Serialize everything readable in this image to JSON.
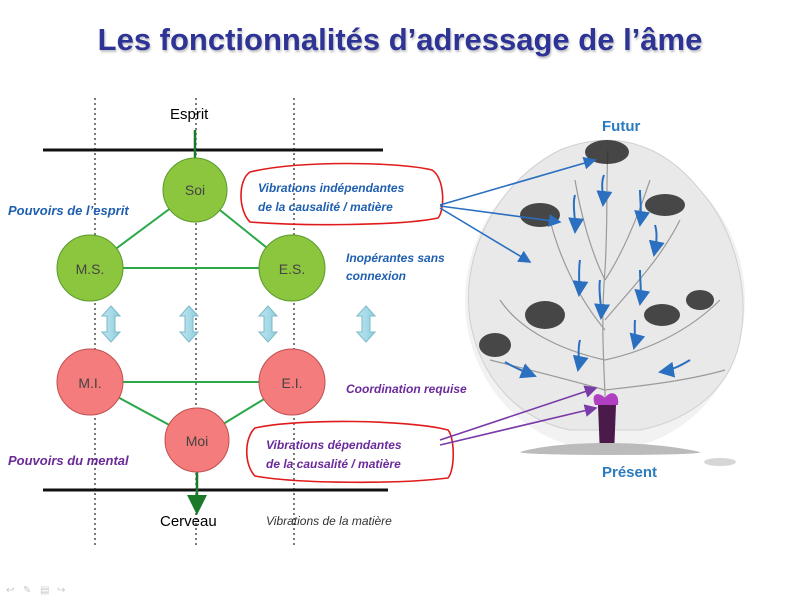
{
  "title": "Les fonctionnalités d’adressage de l’âme",
  "axis": {
    "top": "Esprit",
    "bottom": "Cerveau"
  },
  "nodes": {
    "soi": "Soi",
    "ms": "M.S.",
    "es": "E.S.",
    "mi": "M.I.",
    "ei": "E.I.",
    "moi": "Moi"
  },
  "side_labels": {
    "esprit": "Pouvoirs de l’esprit",
    "mental": "Pouvoirs du mental"
  },
  "callouts": {
    "top_line1": "Vibrations indépendantes",
    "top_line2": "de la causalité / matière",
    "bottom_line1": "Vibrations dépendantes",
    "bottom_line2": "de la causalité / matière"
  },
  "notes": {
    "inoperantes_line1": "Inopérantes sans",
    "inoperantes_line2": "connexion",
    "coordination": "Coordination requise",
    "matiere": "Vibrations de la matière"
  },
  "tree": {
    "top": "Futur",
    "bottom": "Présent"
  },
  "colors": {
    "green": "#8cc63f",
    "red": "#f47c7c",
    "title": "#2e3496",
    "blue": "#1f5fb0",
    "purple": "#6a2a9a",
    "callout": "#e01b1b",
    "arrow_blue": "#2a6fc0",
    "arrow_purple": "#7a3aa8",
    "axis_arrow": "#1a7a2a"
  },
  "icons": {
    "toolbar": [
      "back-arrow-icon",
      "pen-icon",
      "menu-icon",
      "forward-arrow-icon"
    ]
  }
}
